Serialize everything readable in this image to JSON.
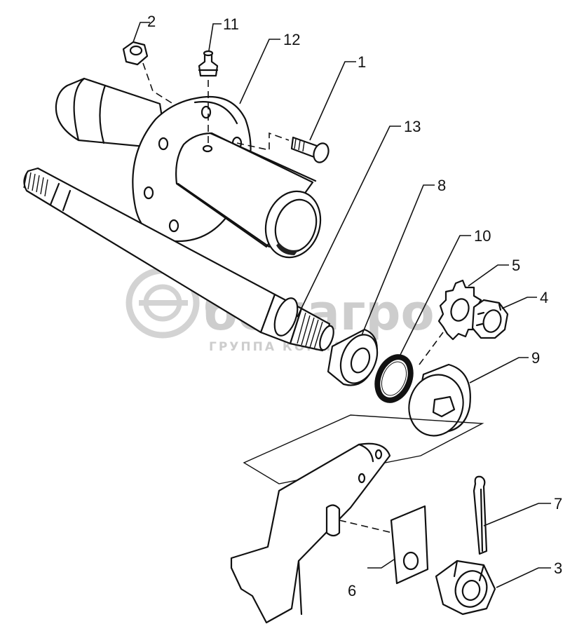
{
  "watermark": {
    "brand": "белагро",
    "tagline": "ГРУППА КОМПАНИЙ"
  },
  "callouts": [
    {
      "id": "c1",
      "text": "1"
    },
    {
      "id": "c2",
      "text": "2"
    },
    {
      "id": "c3",
      "text": "3"
    },
    {
      "id": "c4",
      "text": "4"
    },
    {
      "id": "c5",
      "text": "5"
    },
    {
      "id": "c6",
      "text": "6"
    },
    {
      "id": "c7",
      "text": "7"
    },
    {
      "id": "c8",
      "text": "8"
    },
    {
      "id": "c9",
      "text": "9"
    },
    {
      "id": "c10",
      "text": "10"
    },
    {
      "id": "c11",
      "text": "11"
    },
    {
      "id": "c12",
      "text": "12"
    },
    {
      "id": "c13",
      "text": "13"
    }
  ],
  "colors": {
    "line": "#111111",
    "watermark": "#c8c8c8",
    "background": "#ffffff"
  }
}
